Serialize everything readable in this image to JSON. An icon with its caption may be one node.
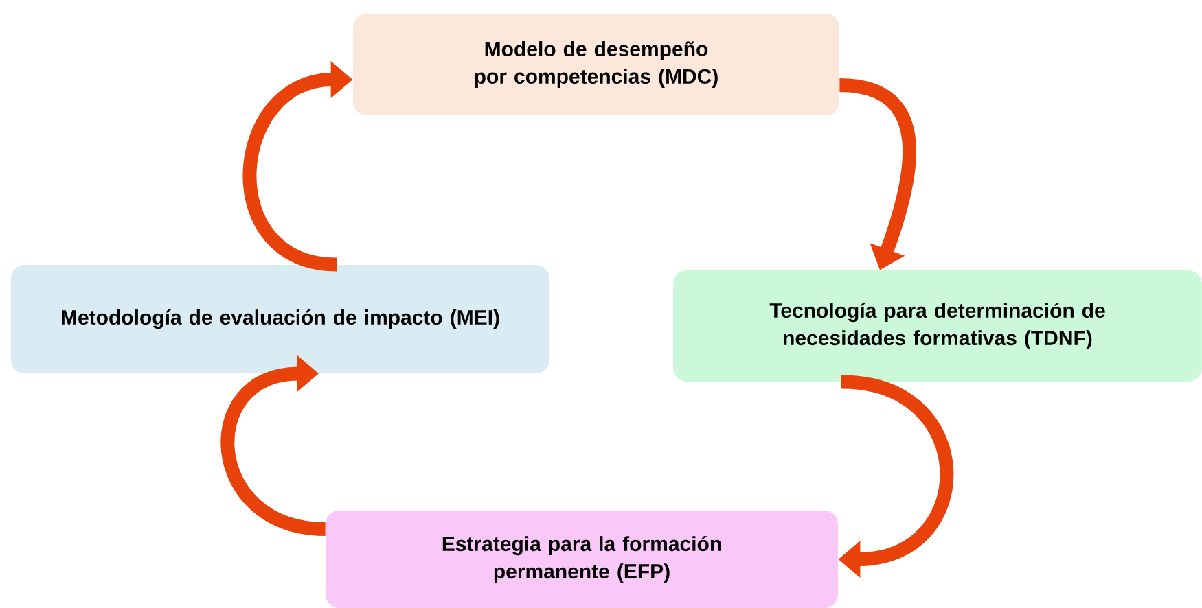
{
  "diagram": {
    "nodes": [
      {
        "text": [
          "Modelo de desempeño por competencias (MDC)"
        ]
      },
      {
        "text": [
          "Tecnología para determinación de necesidades formativas (TDNF)"
        ]
      },
      {
        "text": [
          "Estrategia para la formación permanente (EFP)"
        ]
      },
      {
        "text": [
          "Metodología de evaluación de impacto (MEI)"
        ]
      }
    ],
    "edges": [
      {
        "from": 0,
        "to": 1,
        "arrow": "to"
      },
      {
        "from": 1,
        "to": 2,
        "arrow": "to"
      },
      {
        "from": 2,
        "to": 3,
        "arrow": "to"
      },
      {
        "from": 3,
        "to": 0,
        "arrow": "to"
      }
    ]
  }
}
